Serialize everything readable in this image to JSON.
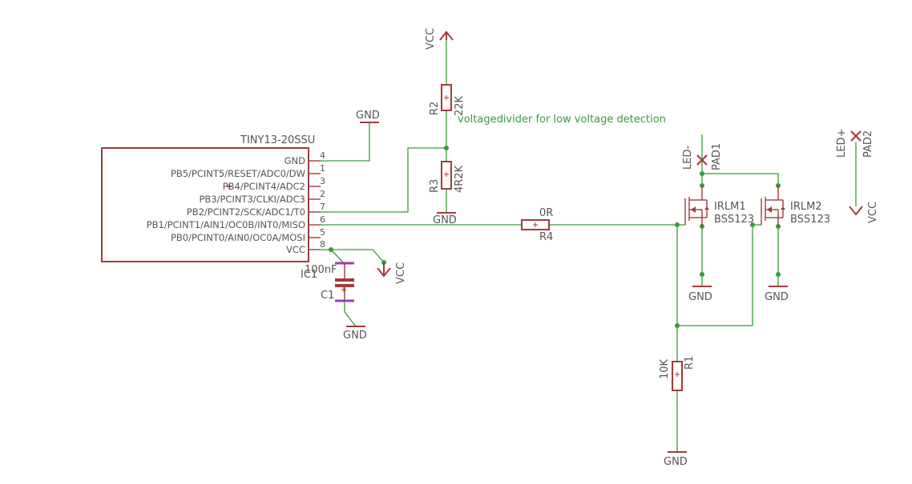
{
  "note": "voltagedivider for low voltage detection",
  "ic1": {
    "name": "IC1",
    "value": "TINY13-20SSU",
    "pins": [
      {
        "num": "4",
        "label": "GND"
      },
      {
        "num": "1",
        "label": "PB5/PCINT5/RESET/ADC0/DW"
      },
      {
        "num": "3",
        "label": "PB4/PCINT4/ADC2"
      },
      {
        "num": "2",
        "label": "PB3/PCINT3/CLKI/ADC3"
      },
      {
        "num": "7",
        "label": "PB2/PCINT2/SCK/ADC1/T0"
      },
      {
        "num": "6",
        "label": "PB1/PCINT1/AIN1/OC0B/INT0/MISO"
      },
      {
        "num": "5",
        "label": "PB0/PCINT0/AIN0/OC0A/MOSI"
      },
      {
        "num": "8",
        "label": "VCC"
      }
    ]
  },
  "resistors": {
    "r1": {
      "name": "R1",
      "value": "10K"
    },
    "r2": {
      "name": "R2",
      "value": "22K"
    },
    "r3": {
      "name": "R3",
      "value": "4R2K"
    },
    "r4": {
      "name": "R4",
      "value": "0R"
    }
  },
  "c1": {
    "name": "C1",
    "value": "100nF"
  },
  "mosfets": {
    "irlm1": {
      "name": "IRLM1",
      "value": "BSS123"
    },
    "irlm2": {
      "name": "IRLM2",
      "value": "BSS123"
    }
  },
  "pads": {
    "pad1": {
      "name": "PAD1",
      "value": "LED-"
    },
    "pad2": {
      "name": "PAD2",
      "value": "LED+"
    }
  },
  "supplies": {
    "gnd": "GND",
    "vcc": "VCC"
  }
}
